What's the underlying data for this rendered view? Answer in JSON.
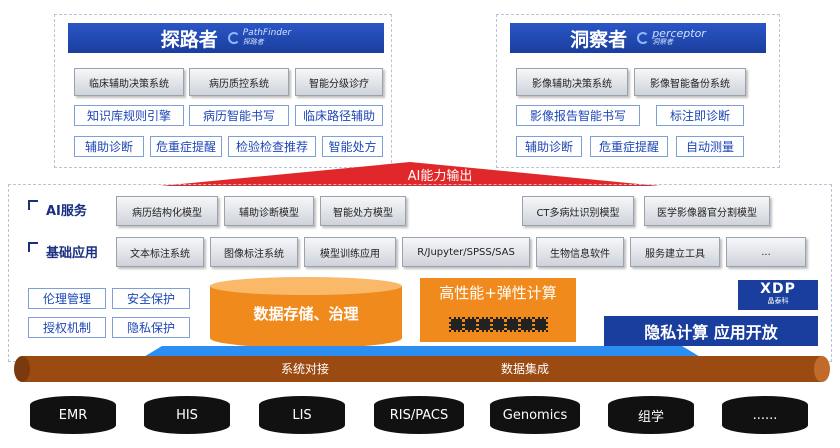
{
  "left_panel": {
    "title": "探路者",
    "logo_text": "PathFinder",
    "logo_sub": "探路者",
    "row1": [
      "临床辅助决策系统",
      "病历质控系统",
      "智能分级诊疗"
    ],
    "row2": [
      "知识库规则引擎",
      "病历智能书写",
      "临床路径辅助"
    ],
    "row3": [
      "辅助诊断",
      "危重症提醒",
      "检验检查推荐",
      "智能处方"
    ]
  },
  "right_panel": {
    "title": "洞察者",
    "logo_text": "perceptor",
    "logo_sub": "洞察者",
    "row1": [
      "影像辅助决策系统",
      "影像智能备份系统"
    ],
    "row2": [
      "影像报告智能书写",
      "标注即诊断"
    ],
    "row3": [
      "辅助诊断",
      "危重症提醒",
      "自动测量"
    ]
  },
  "ai_output": "AI能力输出",
  "ai_service": {
    "label": "AI服务",
    "items": [
      "病历结构化模型",
      "辅助诊断模型",
      "智能处方模型",
      "CT多病灶识别模型",
      "医学影像器官分割模型"
    ]
  },
  "base_app": {
    "label": "基础应用",
    "items": [
      "文本标注系统",
      "图像标注系统",
      "模型训练应用",
      "R/Jupyter/SPSS/SAS",
      "生物信息软件",
      "服务建立工具",
      "..."
    ]
  },
  "governance": [
    "伦理管理",
    "安全保护",
    "授权机制",
    "隐私保护"
  ],
  "storage": "数据存储、治理",
  "compute": "高性能+弹性计算",
  "xdp_logo": "XDP",
  "xdp_sub": "晶泰科",
  "privacy": "隐私计算 应用开放",
  "pipe": {
    "left": "系统对接",
    "right": "数据集成"
  },
  "sources": [
    "EMR",
    "HIS",
    "LIS",
    "RIS/PACS",
    "Genomics",
    "组学",
    "......"
  ],
  "colors": {
    "blue": "#1a3e9e",
    "orange": "#f08a1c",
    "pipe": "#9b4a12",
    "red": "#e0282a"
  }
}
